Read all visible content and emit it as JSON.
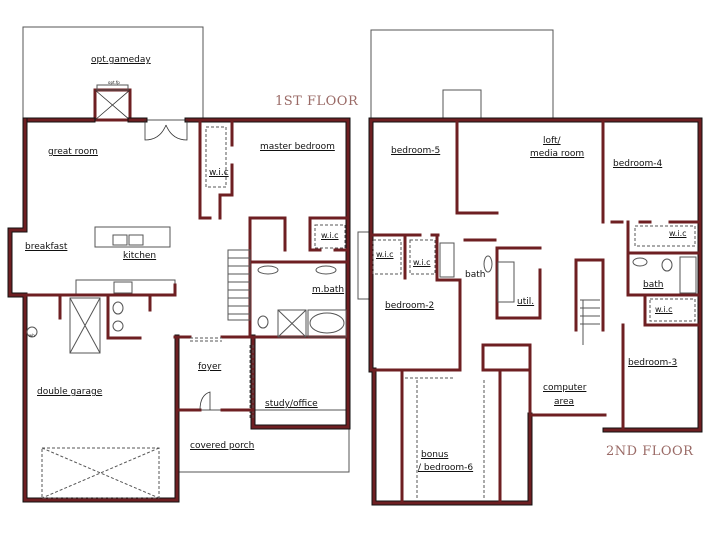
{
  "first_floor": {
    "title": "1ST FLOOR",
    "rooms": {
      "opt_gameday": "opt.gameday",
      "opt_fp": "opt.fp",
      "great_room": "great room",
      "master_bedroom": "master bedroom",
      "wic": "w.i.c",
      "wic2": "w.i.c",
      "breakfast": "breakfast",
      "kitchen": "kitchen",
      "m_bath": "m.bath",
      "foyer": "foyer",
      "double_garage": "double garage",
      "study_office": "study/office",
      "covered_porch": "covered porch",
      "wh": "wh"
    }
  },
  "second_floor": {
    "title": "2ND FLOOR",
    "rooms": {
      "bedroom_5": "bedroom-5",
      "loft_line1": "loft/",
      "loft_line2": "media room",
      "bedroom_4": "bedroom-4",
      "wic_a": "w.i.c",
      "wic_b": "w.i.c",
      "wic_c": "w.i.c",
      "wic_d": "w.i.c",
      "bath_a": "bath",
      "bath_b": "bath",
      "util": "util.",
      "bedroom_2": "bedroom-2",
      "computer_line1": "computer",
      "computer_line2": "area",
      "bedroom_3": "bedroom-3",
      "bonus_line1": "bonus",
      "bonus_line2": "/ bedroom-6"
    }
  },
  "colors": {
    "wall": "#6e1f22",
    "floor_title": "#9a6a66"
  }
}
